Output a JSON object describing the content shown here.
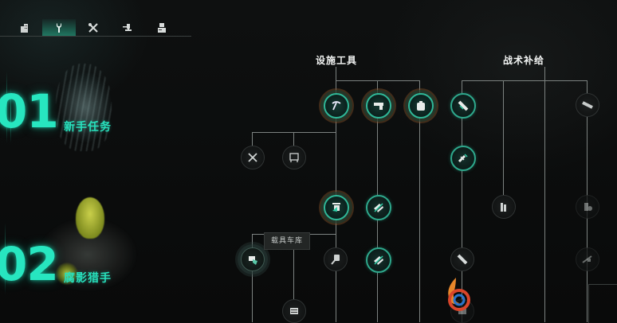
{
  "tabs": [
    {
      "id": "buildings",
      "icon": "building-icon",
      "active": false
    },
    {
      "id": "tools",
      "icon": "wrench-icon",
      "active": true
    },
    {
      "id": "crafting",
      "icon": "crossed-tools-icon",
      "active": false
    },
    {
      "id": "turret",
      "icon": "turret-icon",
      "active": false
    },
    {
      "id": "storage",
      "icon": "crate-icon",
      "active": false
    }
  ],
  "story": {
    "chapters": [
      {
        "number": "01",
        "title": "新手任务"
      },
      {
        "number": "02",
        "title": "腐影猎手"
      }
    ]
  },
  "tree": {
    "categories": [
      {
        "title": "设施工具"
      },
      {
        "title": "战术补给"
      }
    ],
    "tooltip": "载具车库",
    "colors": {
      "accent": "#2fb898",
      "unlocked_ring": "#82502a",
      "line": "#7c8280",
      "number": "#27e6c0"
    },
    "nodes": [
      {
        "id": "pickaxe",
        "icon": "pickaxe-icon",
        "state": "unlocked",
        "category": "设施工具"
      },
      {
        "id": "pistol",
        "icon": "pistol-icon",
        "state": "unlocked",
        "category": "设施工具"
      },
      {
        "id": "backpack",
        "icon": "backpack-icon",
        "state": "unlocked",
        "category": "设施工具"
      },
      {
        "id": "repair-tools",
        "icon": "crossed-tools-icon",
        "state": "locked",
        "category": "设施工具"
      },
      {
        "id": "workbench",
        "icon": "workbench-icon",
        "state": "locked",
        "category": "设施工具"
      },
      {
        "id": "vehicle-lift",
        "icon": "lift-icon",
        "state": "unlocked",
        "category": "设施工具"
      },
      {
        "id": "ammo-clips",
        "icon": "ammo-icon",
        "state": "available",
        "category": "设施工具"
      },
      {
        "id": "vehicle-garage",
        "icon": "garage-icon",
        "state": "selected",
        "category": "设施工具"
      },
      {
        "id": "glove",
        "icon": "glove-icon",
        "state": "locked",
        "category": "设施工具"
      },
      {
        "id": "ammo-clips-2",
        "icon": "ammo-icon",
        "state": "available",
        "category": "设施工具"
      },
      {
        "id": "generator",
        "icon": "generator-icon",
        "state": "locked",
        "category": "设施工具"
      },
      {
        "id": "bandage",
        "icon": "bandage-icon",
        "state": "available",
        "category": "战术补给"
      },
      {
        "id": "medkit",
        "icon": "syringe-icon",
        "state": "available",
        "category": "战术补给"
      },
      {
        "id": "grenade-belt",
        "icon": "belt-icon",
        "state": "locked",
        "category": "战术补给"
      },
      {
        "id": "flares",
        "icon": "flare-icon",
        "state": "locked",
        "category": "战术补给"
      },
      {
        "id": "bandage-2",
        "icon": "bandage-icon",
        "state": "locked",
        "category": "战术补给"
      },
      {
        "id": "box-ammo",
        "icon": "box-icon",
        "state": "dim",
        "category": "战术补给"
      },
      {
        "id": "canteen",
        "icon": "canteen-icon",
        "state": "dim",
        "category": "战术补给"
      },
      {
        "id": "rifle-mod",
        "icon": "rifle-icon",
        "state": "dim",
        "category": "战术补给"
      }
    ]
  }
}
